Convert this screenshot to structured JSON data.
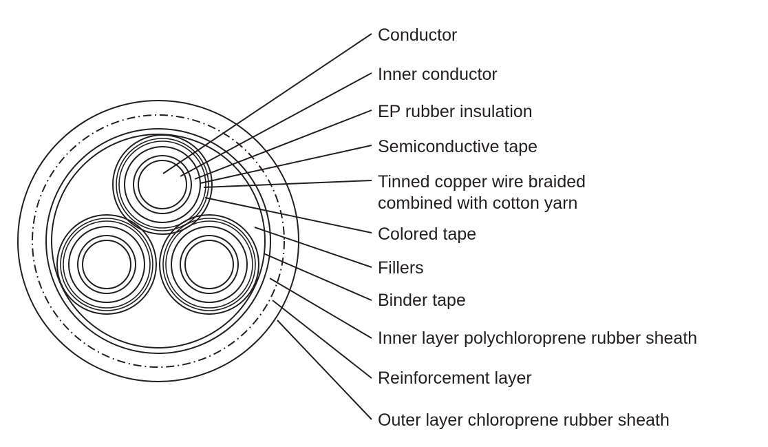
{
  "labels": {
    "conductor": "Conductor",
    "inner_conductor": "Inner conductor",
    "ep_rubber": "EP rubber insulation",
    "semiconductive": "Semiconductive tape",
    "tinned_line1": "Tinned copper wire braided",
    "tinned_line2": "combined with cotton yarn",
    "colored_tape": "Colored tape",
    "fillers": "Fillers",
    "binder_tape": "Binder tape",
    "inner_sheath": "Inner layer polychloroprene rubber sheath",
    "reinforcement": "Reinforcement layer",
    "outer_sheath": "Outer layer chloroprene rubber sheath"
  },
  "colors": {
    "line": "#231f20",
    "background": "#ffffff"
  }
}
